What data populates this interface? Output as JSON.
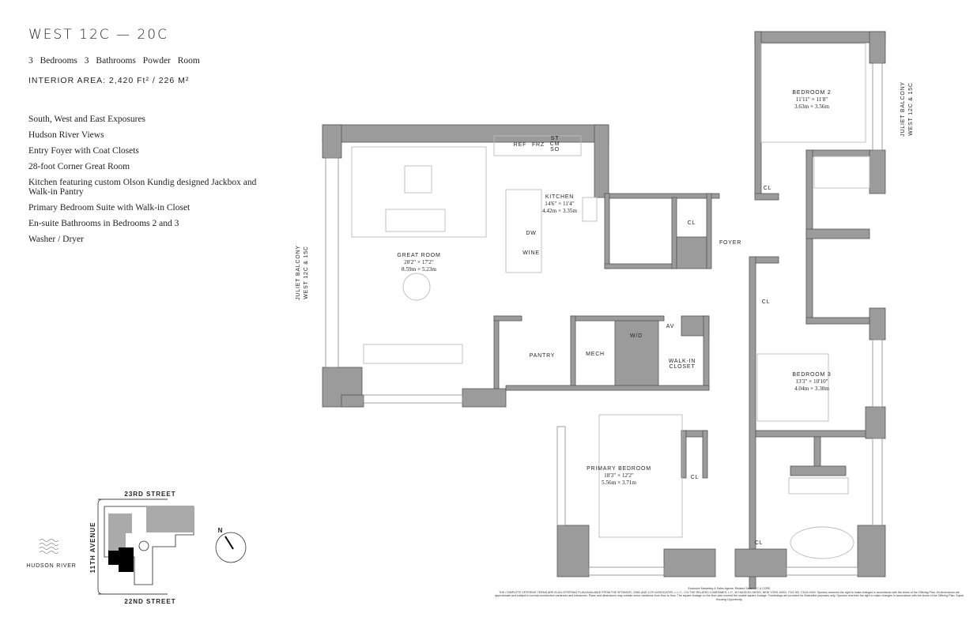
{
  "header": {
    "title": "WEST 12C — 20C",
    "rooms": "3 Bedrooms   3 Bathrooms   Powder Room",
    "interior_area": "INTERIOR AREA: 2,420 Ft² / 226 M²"
  },
  "features": [
    "South, West and East Exposures",
    "Hudson River Views",
    "Entry Foyer with Coat Closets",
    "28-foot Corner Great Room",
    "Kitchen featuring custom Olson Kundig designed Jackbox and Walk-in Pantry",
    "Primary Bedroom Suite with Walk-in Closet",
    "En-suite Bathrooms in Bedrooms 2 and 3",
    "Washer / Dryer"
  ],
  "plan": {
    "great_room": {
      "name": "GREAT ROOM",
      "imperial": "28'2\" × 17'2\"",
      "metric": "8.59m × 5.23m"
    },
    "kitchen": {
      "name": "KITCHEN",
      "imperial": "14'6\" × 11'4\"",
      "metric": "4.42m × 3.35m"
    },
    "bedroom2": {
      "name": "BEDROOM 2",
      "imperial": "11'11\" × 11'8\"",
      "metric": "3.63m × 3.56m"
    },
    "bedroom3": {
      "name": "BEDROOM 3",
      "imperial": "13'3\" × 10'10\"",
      "metric": "4.04m × 3.30m"
    },
    "primary": {
      "name": "PRIMARY BEDROOM",
      "imperial": "18'3\" × 12'2\"",
      "metric": "5.56m × 3.71m"
    },
    "appliances": {
      "ref": "REF",
      "frz": "FRZ",
      "st": "ST",
      "cm": "CM",
      "so": "SO",
      "dw": "DW",
      "wine": "WINE"
    },
    "foyer": "FOYER",
    "pantry": "PANTRY",
    "mech": "MECH",
    "wd": "W/D",
    "av": "AV",
    "walkin_1": "WALK-IN",
    "walkin_2": "CLOSET",
    "closet": "CL",
    "balcony_left": [
      "JULIET BALCONY",
      "WEST 12C & 15C"
    ],
    "balcony_right": [
      "JULIET BALCONY",
      "WEST 12C & 15C"
    ]
  },
  "keyplan": {
    "north_street": "23RD STREET",
    "south_street": "22ND STREET",
    "avenue": "11TH AVENUE",
    "river": "HUDSON RIVER",
    "north": "N"
  },
  "disclaimer": {
    "agent": "Exclusive Marketing & Sales Agents: Related Sales LLC & CORE",
    "text": "THE COMPLETE OFFERING TERMS ARE IN AN OFFERING PLAN AVAILABLE FROM THE SPONSOR, 22ND AND 11TH ASSOCIATES, L.L.C., C/O THE RELATED COMPANIES, L.P., 30 HUDSON YARDS, NEW YORK 10001. FILE NO. CD19-0409. Sponsor reserves the right to make changes in accordance with the terms of the Offering Plan. All dimensions are approximate and subject to normal construction variances and tolerances. Plans and dimensions may contain minor variations from floor to floor. The square footage on the floor plan exceed the usable square footage. Furnishings are provided for illustrative purposes only. Sponsor reserves the right to make changes in accordance with the terms of the Offering Plan. Equal Housing Opportunity."
  },
  "colors": {
    "wall": "#9b9b9b",
    "unit_highlight": "#000000",
    "building": "#aaaaaa"
  }
}
